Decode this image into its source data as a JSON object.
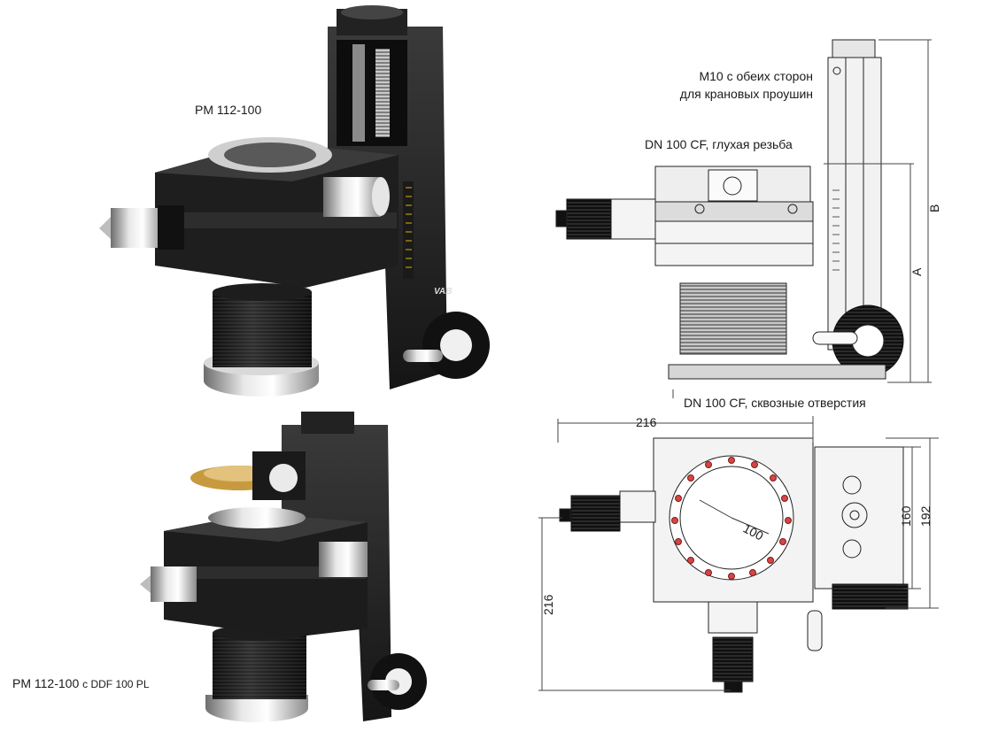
{
  "products": {
    "top_label": "PM 112-100",
    "bottom_label_main": "PM 112-100",
    "bottom_label_suffix": "с DDF 100 PL"
  },
  "side_view": {
    "m10_note_line1": "M10 с обеих сторон",
    "m10_note_line2": "для крановых проушин",
    "top_flange_note": "DN 100 CF, глухая резьба",
    "bottom_flange_note": "DN 100 CF, сквозные отверстия",
    "dim_a": "A",
    "dim_b": "B"
  },
  "top_view": {
    "dim_width": "216",
    "dim_height": "216",
    "dim_160": "160",
    "dim_192": "192",
    "dim_bore": "100"
  },
  "logo_text": "VAB"
}
